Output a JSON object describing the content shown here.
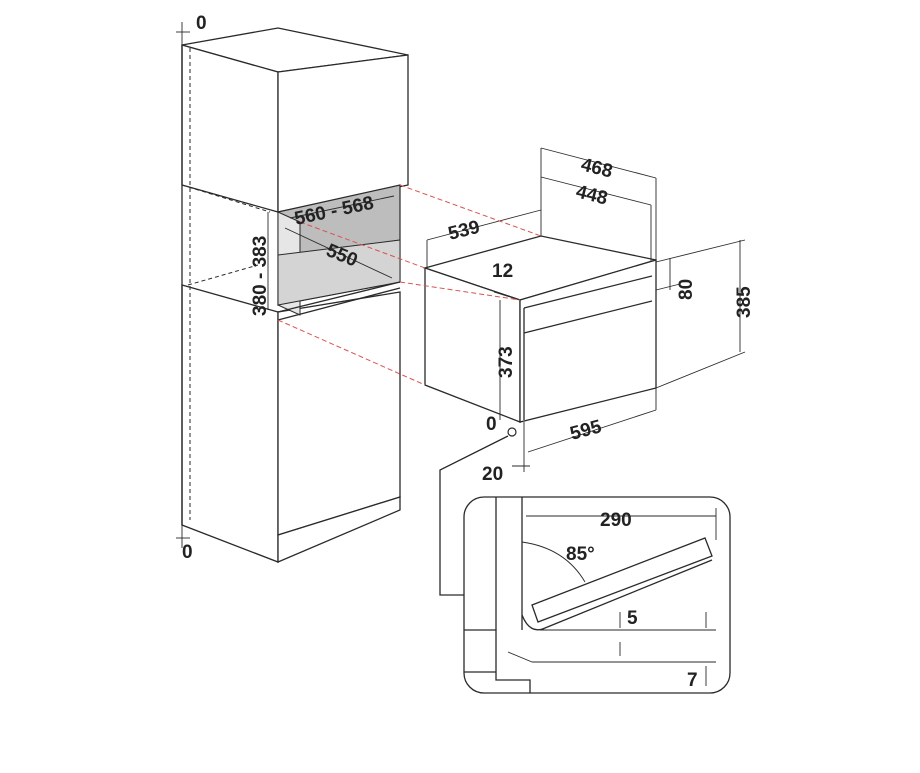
{
  "colors": {
    "line": "#2a2a2a",
    "guide": "#d9534f",
    "niche_fill": "#bdbdbd",
    "niche_floor": "#d4d4d4"
  },
  "labels": {
    "cab_top_gap": "0",
    "cab_bottom_gap": "0",
    "niche_width": "560 - 568",
    "niche_depth": "550",
    "niche_height": "380 - 383",
    "oven_width_outer": "468",
    "oven_width_inner": "448",
    "oven_depth": "539",
    "oven_top_offset": "12",
    "oven_panel_height": "80",
    "oven_total_height": "385",
    "oven_body_height": "373",
    "oven_front_width": "595",
    "oven_bottom_gap": "0",
    "oven_side_offset": "20",
    "door_open_length": "290",
    "door_angle": "85°",
    "door_drop": "5",
    "door_floor_gap": "7"
  }
}
